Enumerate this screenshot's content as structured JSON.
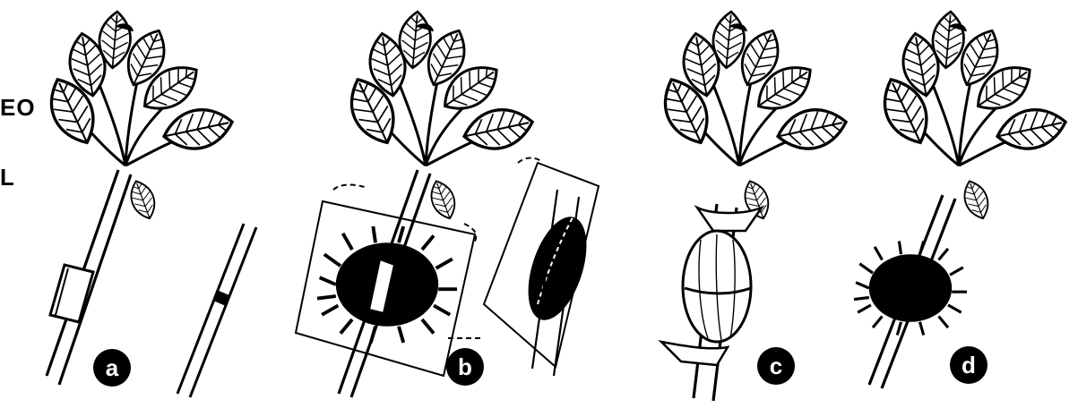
{
  "edge_text": {
    "line1": "EO",
    "line2": "L"
  },
  "steps": [
    {
      "label": "a"
    },
    {
      "label": "b"
    },
    {
      "label": "c"
    },
    {
      "label": "d"
    }
  ],
  "colors": {
    "ink": "#000000",
    "paper": "#ffffff"
  }
}
